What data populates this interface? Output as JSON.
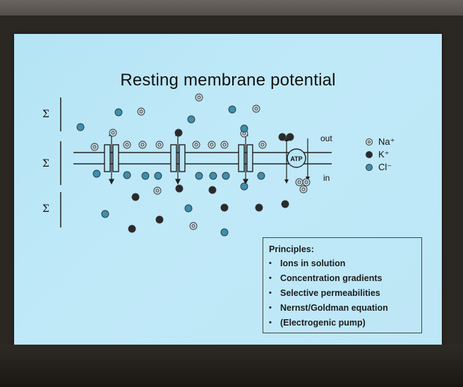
{
  "slide": {
    "title": "Resting membrane potential",
    "sigma_symbol": "Σ",
    "label_out": "out",
    "label_in": "in",
    "pump_label": "ATP"
  },
  "legend": [
    {
      "symbol": "na",
      "label": "Na⁺"
    },
    {
      "symbol": "k",
      "label": "K⁺"
    },
    {
      "symbol": "cl",
      "label": "Cl⁻"
    }
  ],
  "principles": {
    "heading": "Principles:",
    "items": [
      "Ions in solution",
      "Concentration gradients",
      "Selective permeabilities",
      "Nernst/Goldman equation",
      "(Electrogenic pump)"
    ]
  },
  "colors": {
    "slide_background": "#b9e6f7",
    "na_ion": "#c6dde6",
    "k_ion": "#2a2a2a",
    "cl_ion": "#3c8fb0",
    "membrane": "#222222"
  }
}
